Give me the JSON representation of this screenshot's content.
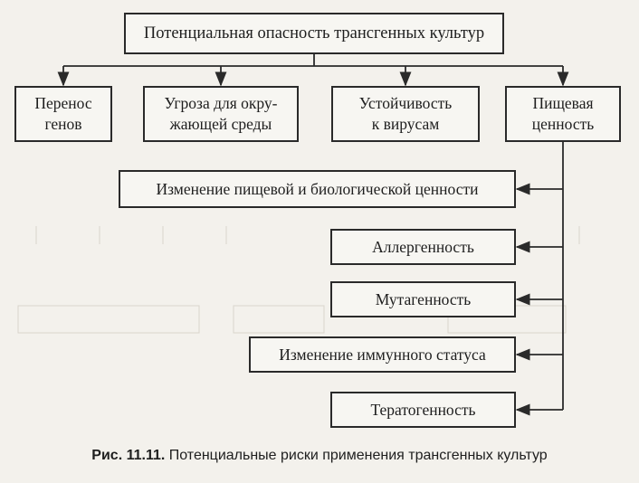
{
  "diagram": {
    "root": "Потенциальная опасность трансгенных культур",
    "categories": [
      "Перенос\nгенов",
      "Угроза для окру-\nжающей среды",
      "Устойчивость\nк вирусам",
      "Пищевая\nценность"
    ],
    "food_value_effects": [
      "Изменение пищевой и биологической ценности",
      "Аллергенность",
      "Мутагенность",
      "Изменение иммунного статуса",
      "Тератогенность"
    ]
  },
  "caption": {
    "number": "Рис. 11.11.",
    "text": " Потенциальные риски применения трансгенных культур"
  },
  "colors": {
    "line": "#2a2a2a",
    "paper": "#f3f1ec"
  }
}
